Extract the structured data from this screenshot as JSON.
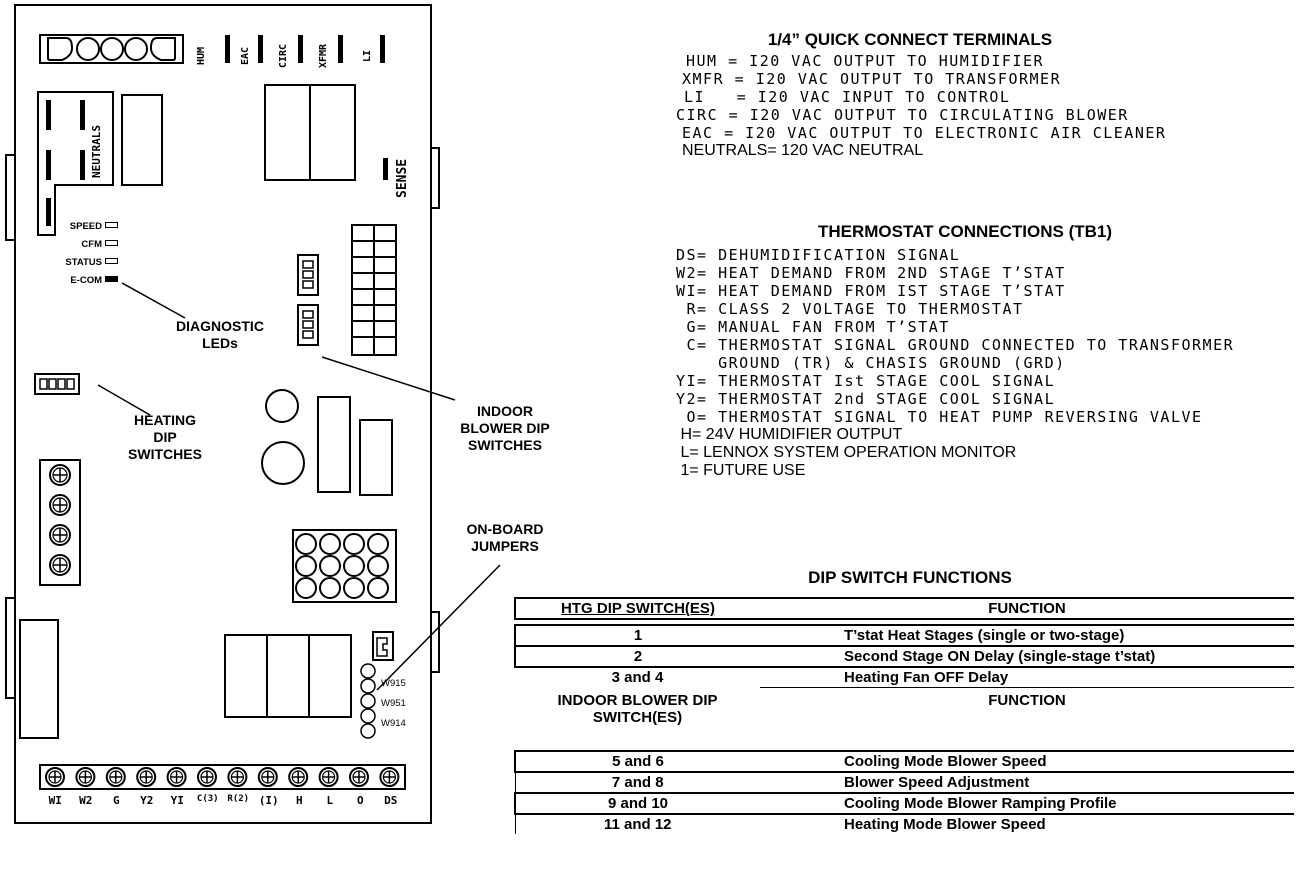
{
  "board": {
    "top_terminals": [
      "HUM",
      "EAC",
      "CIRC",
      "XFMR",
      "LI"
    ],
    "neutrals_label": "NEUTRALS",
    "sense_label": "SENSE",
    "leds": [
      {
        "label": "SPEED",
        "filled": false
      },
      {
        "label": "CFM",
        "filled": false
      },
      {
        "label": "STATUS",
        "filled": false
      },
      {
        "label": "E-COM",
        "filled": true
      }
    ],
    "diagnostic_leds_label": [
      "DIAGNOSTIC",
      "LEDs"
    ],
    "heating_dip_label": [
      "HEATING",
      "DIP",
      "SWITCHES"
    ],
    "indoor_blower_label": [
      "INDOOR",
      "BLOWER DIP",
      "SWITCHES"
    ],
    "onboard_jumpers_label": [
      "ON-BOARD",
      "JUMPERS"
    ],
    "jumpers": [
      "W915",
      "W951",
      "W914"
    ],
    "bottom_terminals": [
      "WI",
      "W2",
      "G",
      "Y2",
      "YI",
      "C(3)",
      "R(2)",
      "(I)",
      "H",
      "L",
      "O",
      "DS"
    ]
  },
  "quick_connect": {
    "title": "1/4” QUICK CONNECT TERMINALS",
    "lines": [
      "HUM = I20 VAC OUTPUT TO HUMIDIFIER",
      "XMFR = I20 VAC OUTPUT TO TRANSFORMER",
      "LI   = I20 VAC INPUT TO CONTROL",
      "CIRC = I20 VAC OUTPUT TO CIRCULATING BLOWER",
      "EAC = I20 VAC OUTPUT TO ELECTRONIC AIR CLEANER",
      "NEUTRALS= 120 VAC NEUTRAL"
    ]
  },
  "thermostat": {
    "title": "THERMOSTAT CONNECTIONS (TB1)",
    "lines": [
      "DS= DEHUMIDIFICATION SIGNAL",
      "W2= HEAT DEMAND FROM 2ND STAGE T’STAT",
      "WI= HEAT DEMAND FROM IST STAGE T’STAT",
      " R= CLASS 2 VOLTAGE TO THERMOSTAT",
      " G= MANUAL FAN FROM T’STAT",
      " C= THERMOSTAT SIGNAL GROUND CONNECTED TO TRANSFORMER",
      "    GROUND (TR) & CHASIS GROUND (GRD)",
      "YI= THERMOSTAT Ist STAGE COOL SIGNAL",
      "Y2= THERMOSTAT 2nd STAGE COOL SIGNAL",
      " O= THERMOSTAT SIGNAL TO HEAT PUMP REVERSING VALVE",
      " H= 24V HUMIDIFIER OUTPUT",
      " L= LENNOX SYSTEM OPERATION MONITOR",
      " 1= FUTURE USE"
    ]
  },
  "dip_table": {
    "title": "DIP SWITCH FUNCTIONS",
    "header_col1": "HTG DIP SWITCH(ES)",
    "header_col2": "FUNCTION",
    "htg_rows": [
      {
        "switch": "1",
        "function": "T’stat Heat Stages (single or two-stage)"
      },
      {
        "switch": "2",
        "function": "Second Stage ON Delay (single-stage t’stat)"
      },
      {
        "switch": "3 and 4",
        "function": "Heating Fan OFF Delay"
      }
    ],
    "blower_header_col1": "INDOOR BLOWER DIP SWITCH(ES)",
    "blower_header_col2": "FUNCTION",
    "blower_rows": [
      {
        "switch": "5 and 6",
        "function": "Cooling Mode Blower Speed"
      },
      {
        "switch": "7 and 8",
        "function": "Blower Speed Adjustment"
      },
      {
        "switch": "9 and 10",
        "function": "Cooling Mode Blower Ramping Profile"
      },
      {
        "switch": "11 and 12",
        "function": "Heating Mode Blower Speed"
      }
    ]
  }
}
